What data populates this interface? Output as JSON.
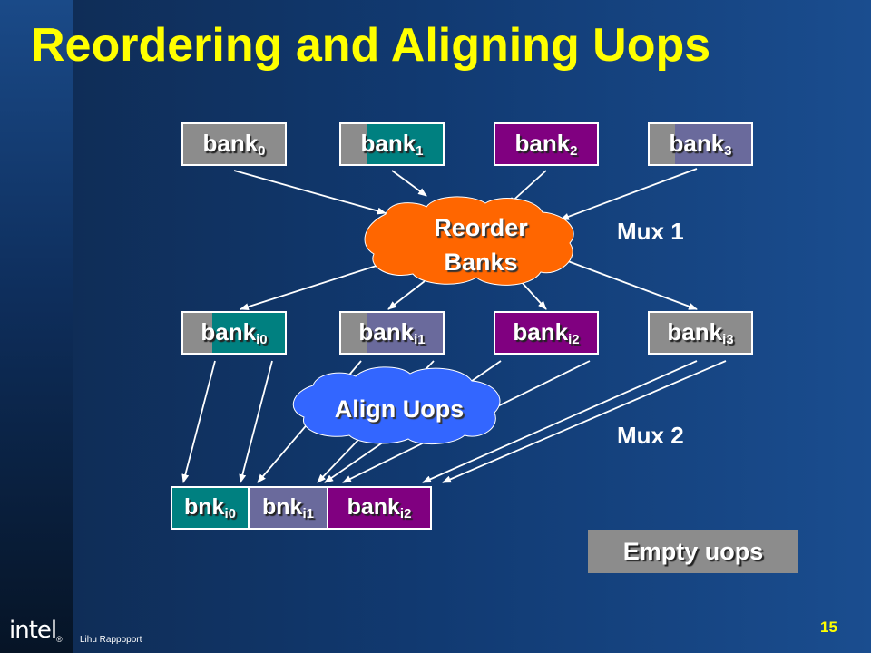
{
  "slide": {
    "title": "Reordering and Aligning Uops",
    "author": "Lihu Rappoport",
    "page_number": "15",
    "logo_text": "intel",
    "logo_mark": "®"
  },
  "row1": [
    {
      "base": "bank",
      "sub": "0"
    },
    {
      "base": "bank",
      "sub": "1"
    },
    {
      "base": "bank",
      "sub": "2"
    },
    {
      "base": "bank",
      "sub": "3"
    }
  ],
  "reorder_cloud": {
    "line1": "Reorder",
    "line2": "Banks"
  },
  "mux1_label": "Mux 1",
  "row2": [
    {
      "base": "bank",
      "sub": "i0"
    },
    {
      "base": "bank",
      "sub": "i1"
    },
    {
      "base": "bank",
      "sub": "i2"
    },
    {
      "base": "bank",
      "sub": "i3"
    }
  ],
  "align_cloud": {
    "label": "Align Uops"
  },
  "mux2_label": "Mux 2",
  "row3": [
    {
      "base": "bnk",
      "sub": "i0"
    },
    {
      "base": "bnk",
      "sub": "i1"
    },
    {
      "base": "bank",
      "sub": "i2"
    }
  ],
  "legend": {
    "empty_label": "Empty uops"
  },
  "colors": {
    "title": "#ffff00",
    "empty": "#8c8c8c",
    "teal": "#008080",
    "purple": "#800080",
    "slate": "#6a6a9c",
    "reorder_cloud": "#ff6600",
    "align_cloud": "#3366ff"
  }
}
